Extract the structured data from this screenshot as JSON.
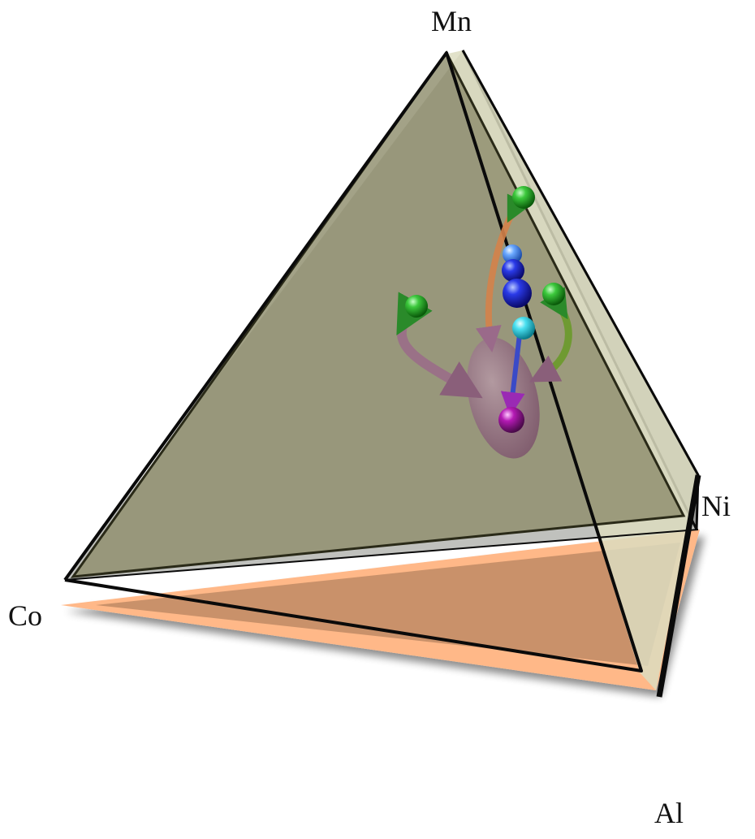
{
  "vertices": {
    "mn": "Mn",
    "ni": "Ni",
    "co": "Co",
    "al": "Al"
  },
  "colors": {
    "base_face": "#c9916a",
    "base_border": "#ffb888",
    "back_face": "#a9aaa6",
    "front_face": "#8f8e6c",
    "edge": "#0a0a0a",
    "arrow_orange": "#d4824a",
    "arrow_green": "#6a9a2a",
    "arrow_mauve": "#9a6a8a",
    "arrow_blue": "#3a4ac8",
    "sphere_green": "#1aa01a",
    "sphere_blue": "#1a2adc",
    "sphere_light_blue": "#6aa8ff",
    "sphere_cyan": "#3ad8e8",
    "sphere_purple": "#a01aa0",
    "cluster_ellipse": "#8a5f7a"
  },
  "icons": [
    "green-sphere",
    "blue-sphere",
    "cyan-sphere",
    "purple-sphere",
    "curved-arrow"
  ]
}
